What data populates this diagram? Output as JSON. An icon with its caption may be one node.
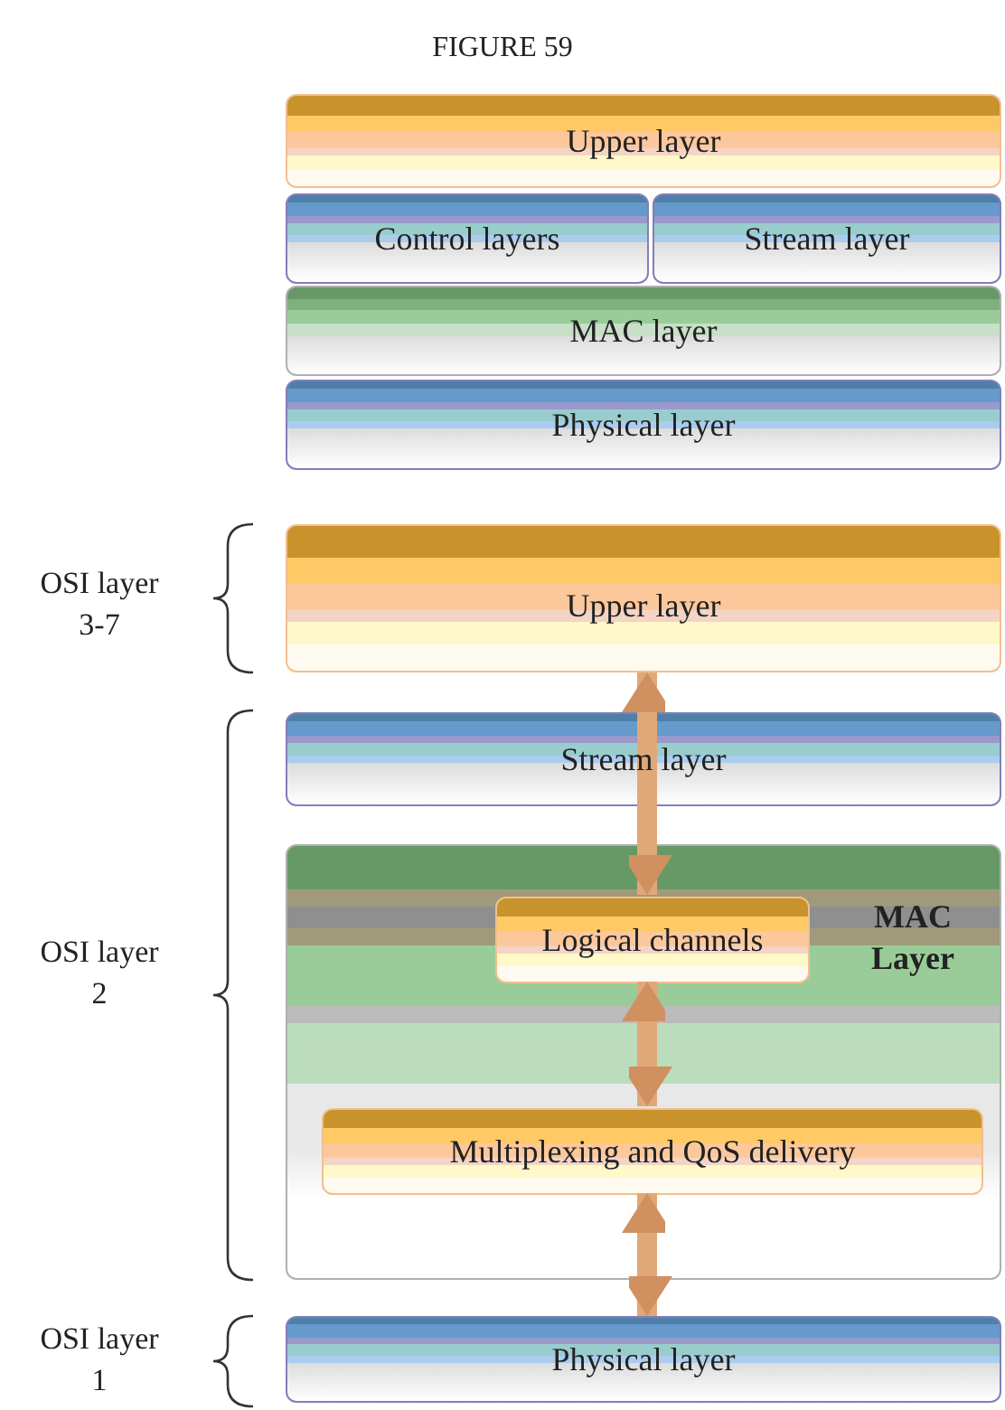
{
  "diagram": {
    "title": "FIGURE 59",
    "nodes": [
      {
        "text": [
          "Upper layer"
        ]
      },
      {
        "text": [
          "Control layers"
        ]
      },
      {
        "text": [
          "Stream layer"
        ]
      },
      {
        "text": [
          "MAC layer"
        ]
      },
      {
        "text": [
          "Physical layer"
        ]
      },
      {
        "text": [
          "Upper layer"
        ]
      },
      {
        "text": [
          "Stream layer"
        ]
      },
      {
        "text": [
          "MAC Layer"
        ]
      },
      {
        "text": [
          "Logical channels"
        ],
        "in": 7
      },
      {
        "text": [
          "Multiplexing and QoS delivery"
        ],
        "in": 7
      },
      {
        "text": [
          "Physical layer"
        ]
      }
    ],
    "edges": [
      {
        "from": 6,
        "to": 5,
        "arrow": "to"
      },
      {
        "from": 6,
        "to": 8,
        "arrow": "to"
      },
      {
        "from": 8,
        "to": 9,
        "arrow": "both"
      },
      {
        "from": 9,
        "to": 10,
        "arrow": "both"
      }
    ],
    "labels": [
      "OSI layer 3-7",
      "OSI layer 2",
      "OSI layer 1"
    ]
  }
}
